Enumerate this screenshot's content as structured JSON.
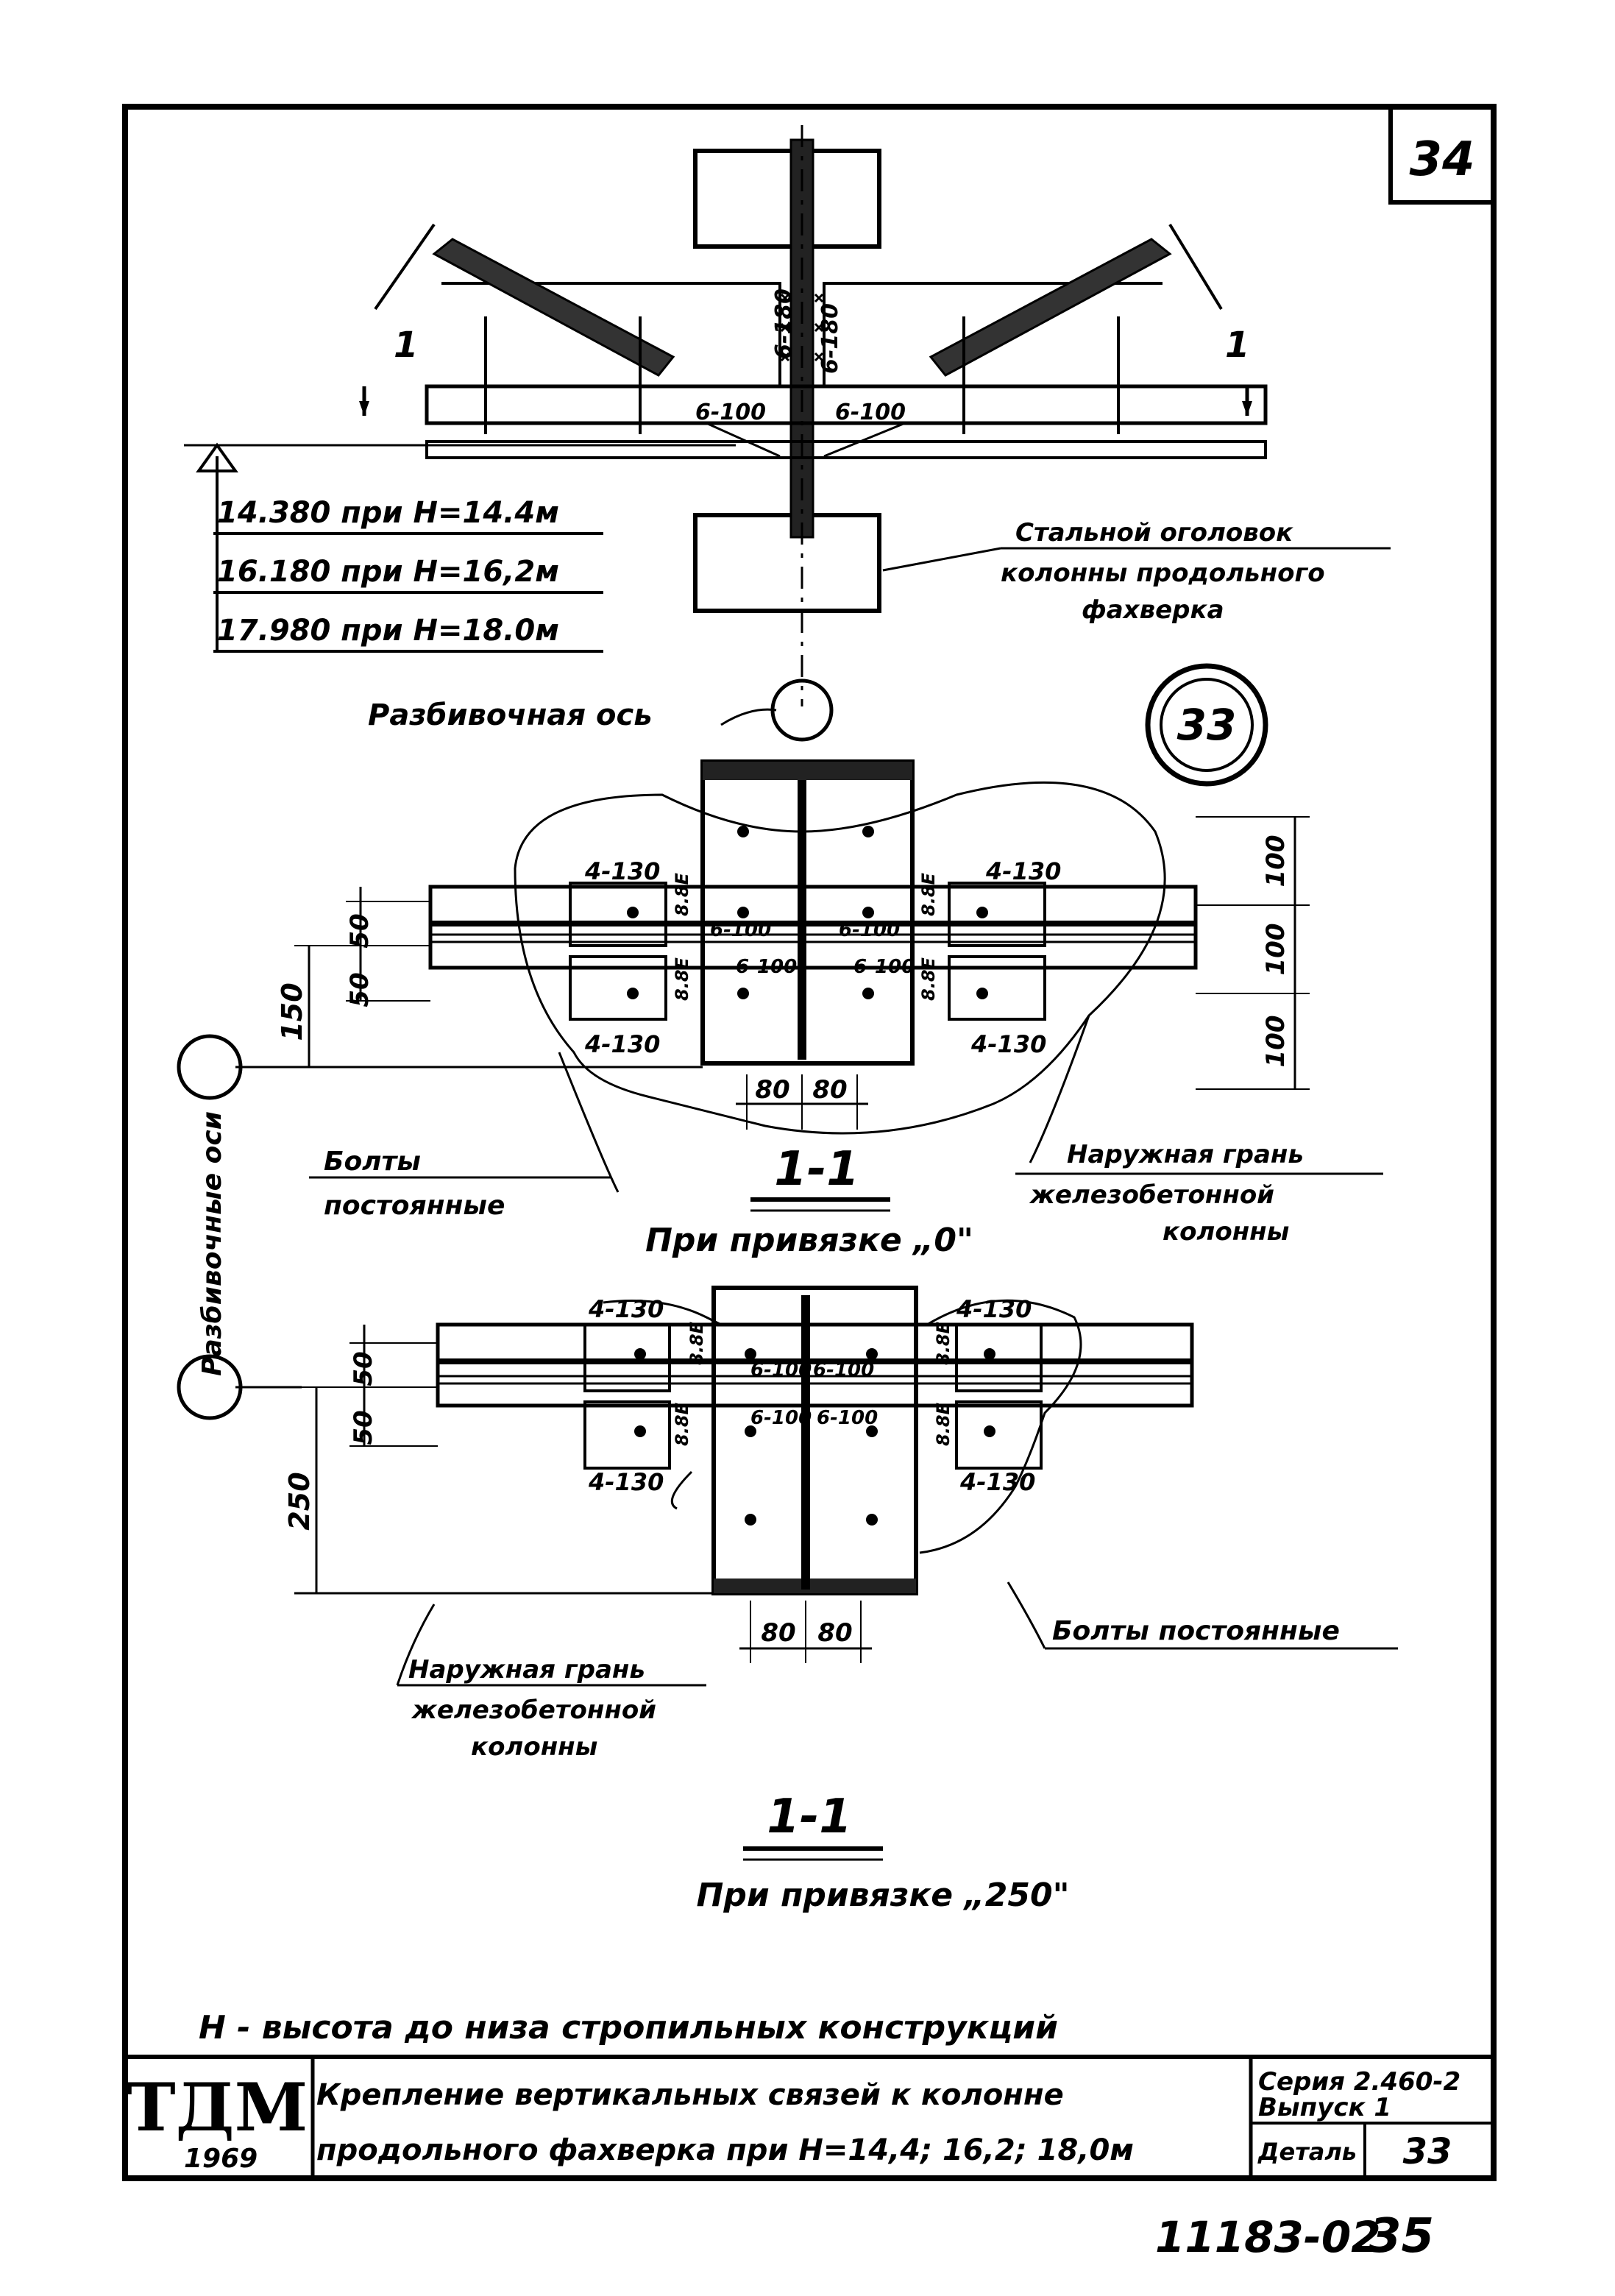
{
  "sheet_number": "34",
  "detail_circle_number": "33",
  "elevations": [
    "14.380 при Н=14.4м",
    "16.180 при Н=16,2м",
    "17.980 при Н=18.0м"
  ],
  "weld_labels": {
    "weld_6_180": "6-180",
    "weld_6_100": "6-100",
    "weld_4_130": "4-130",
    "bolt_8_8": "8.8Е"
  },
  "callouts": {
    "steel_cap": "Стальной оголовок колонны продольного фахверка",
    "setting_axis": "Разбивочная ось",
    "setting_axes": "Разбивочные оси",
    "permanent_bolts_1": "Болты постоянные",
    "outer_face_1": "Наружная грань железобетонной колонны",
    "outer_face_2": "Наружная грань железобетонной колонны",
    "permanent_bolts_2": "Болты постоянные"
  },
  "section_marker": "1",
  "dimensions": {
    "d50": "50",
    "d150": "150",
    "d250": "250",
    "d100": "100",
    "d80": "80"
  },
  "section_1": {
    "title": "1-1",
    "subtitle": "При привязке „0\""
  },
  "section_2": {
    "title": "1-1",
    "subtitle": "При привязке „250\""
  },
  "footnote": "Н - высота до низа стропильных конструкций",
  "title_block": {
    "logo": "ТДМ",
    "year": "1969",
    "title_line1": "Крепление вертикальных связей к колонне",
    "title_line2": "продольного фахверка при Н=14,4; 16,2; 18,0м",
    "series": "Серия 2.460-2",
    "issue": "Выпуск 1",
    "detail_label": "Деталь",
    "detail_number": "33"
  },
  "archive_number": "11183-02",
  "page_number": "35"
}
